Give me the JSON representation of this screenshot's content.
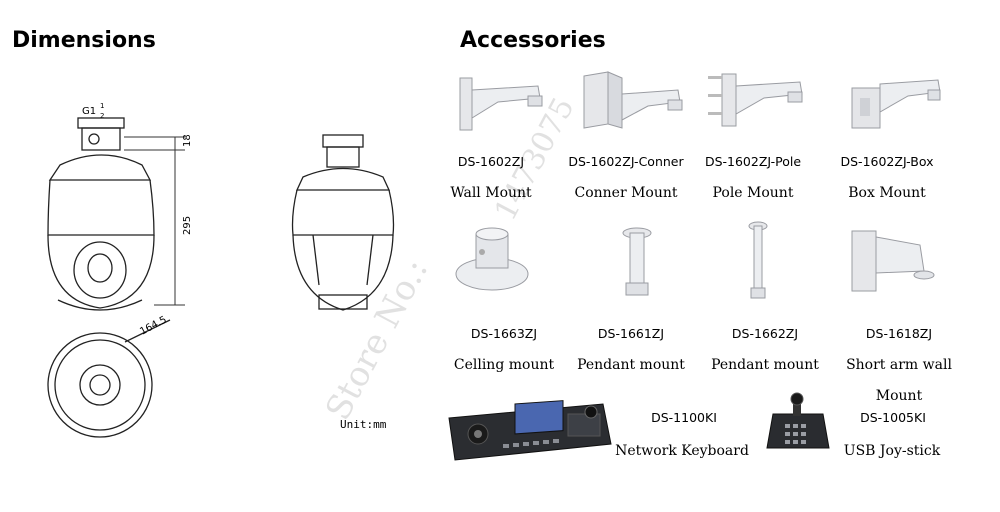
{
  "headings": {
    "dimensions": "Dimensions",
    "accessories": "Accessories"
  },
  "diagram": {
    "label_g": "G1",
    "label_frac_num": "1",
    "label_frac_den": "2",
    "dim_top": "18",
    "dim_height": "295",
    "dim_diameter": "164.5",
    "unit": "Unit:mm"
  },
  "watermark": {
    "line1": "Store No.:",
    "line2": "1473075"
  },
  "accessories": [
    {
      "code": "DS-1602ZJ",
      "desc": "Wall Mount"
    },
    {
      "code": "DS-1602ZJ-Conner",
      "desc": "Conner Mount"
    },
    {
      "code": "DS-1602ZJ-Pole",
      "desc": "Pole Mount"
    },
    {
      "code": "DS-1602ZJ-Box",
      "desc": "Box Mount"
    },
    {
      "code": "DS-1663ZJ",
      "desc": "Celling mount"
    },
    {
      "code": "DS-1661ZJ",
      "desc": "Pendant mount"
    },
    {
      "code": "DS-1662ZJ",
      "desc": "Pendant mount"
    },
    {
      "code": "DS-1618ZJ",
      "desc": "Short arm wall",
      "desc2": "Mount"
    },
    {
      "code": "DS-1100KI",
      "desc": "Network Keyboard"
    },
    {
      "code": "DS-1005KI",
      "desc": "USB Joy-stick"
    }
  ]
}
